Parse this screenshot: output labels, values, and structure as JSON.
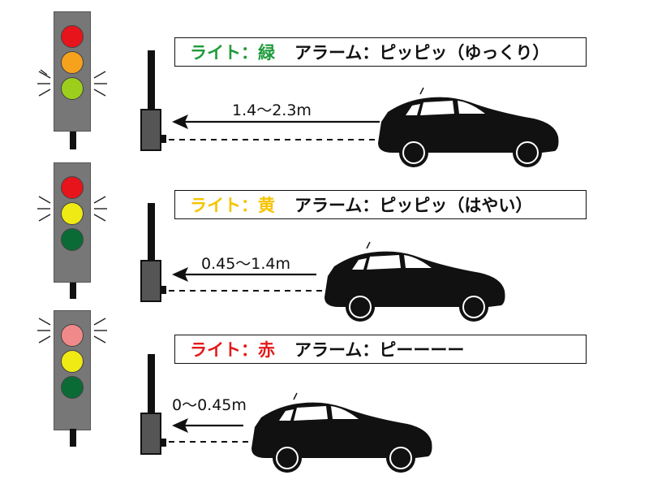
{
  "panels": [
    {
      "light_label": "ライト：緑",
      "light_color": "#1e9b3a",
      "alarm_label": "アラーム：ピッピッ（ゆっくり）",
      "distance": "1.4〜2.3m",
      "active_lamp": "green",
      "lamps": [
        "#e8141c",
        "#f7a21c",
        "#9ccf1c"
      ]
    },
    {
      "light_label": "ライト：黄",
      "light_color": "#f5c400",
      "alarm_label": "アラーム：ピッピッ（はやい）",
      "distance": "0.45〜1.4m",
      "active_lamp": "yellow",
      "lamps": [
        "#e8141c",
        "#f0ea14",
        "#0a6b35"
      ]
    },
    {
      "light_label": "ライト：赤",
      "light_color": "#e31a1a",
      "alarm_label": "アラーム：ピーーーー",
      "distance": "0〜0.45m",
      "active_lamp": "red",
      "lamps": [
        "#f08a8a",
        "#f0ea14",
        "#0a6b35"
      ]
    }
  ]
}
